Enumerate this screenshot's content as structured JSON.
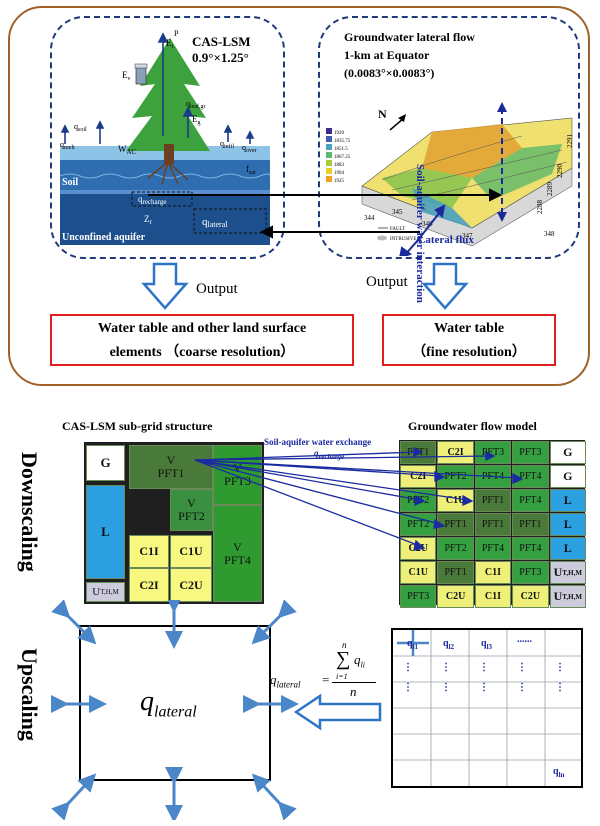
{
  "top": {
    "cas_title": "CAS-LSM",
    "cas_res": "0.9°×1.25°",
    "gw_title_1": "Groundwater lateral flow",
    "gw_title_2": "1-km at Equator",
    "gw_title_3": "(0.0083°×0.0083°)",
    "output_left": "Output",
    "output_right": "Output",
    "box_left_1": "Water table and other land surface",
    "box_left_2": "elements （coarse resolution）",
    "box_right_1": "Water table",
    "box_right_2": "（fine resolution）",
    "soil": "Soil",
    "aquifer": "Unconfined aquifer",
    "q_recharge": "q",
    "q_recharge_sub": "recharge",
    "q_lateral": "q",
    "q_lateral_sub": "lateral",
    "z_label": "Z",
    "z_sub": "r",
    "w_label": "W",
    "w_sub": "AC",
    "e_t": "E",
    "e_t_sub": "t",
    "e_v": "E",
    "e_v_sub": "v",
    "e_g": "E",
    "e_g_sub": "g",
    "p_label": "P",
    "q_soil": "q",
    "q_soil_sub": "soil",
    "q_melt": "q",
    "q_melt_sub": "melt",
    "q_leaf": "q",
    "q_leaf_sub": "leaf,gr",
    "q_infl": "q",
    "q_infl_sub": "infil",
    "q_over": "q",
    "q_over_sub": "over",
    "f_sat": "f",
    "f_sat_sub": "sat",
    "north": "N",
    "soil_aquifer_interaction": "Soil-aquifer water interaction",
    "lateral_flux": "Lateral flux",
    "legend_values": [
      "1920",
      "1835.75",
      "1851.5",
      "1867.25",
      "1883",
      "1904",
      "1925"
    ],
    "legend_colors": [
      "#3a2e8c",
      "#3f5fb0",
      "#4aa0c0",
      "#5cb86a",
      "#a8cc3a",
      "#e8d020",
      "#f0a020"
    ],
    "x_ticks": [
      "344",
      "345",
      "346",
      "347",
      "348"
    ],
    "y_ticks": [
      "2288",
      "2289",
      "2290",
      "2291"
    ],
    "fault": "FAULT",
    "intrusive": "INTRUSIVE"
  },
  "bottom": {
    "left_title": "CAS-LSM sub-grid structure",
    "right_title": "Groundwater  flow model",
    "exchange_label": "Soil-aquifer water exchange",
    "exchange_q": "q",
    "exchange_q_sub": "recharge",
    "downscaling": "Downscaling",
    "upscaling": "Upscaling",
    "subgrid": {
      "g": "G",
      "l": "L",
      "u": "U",
      "u_sub": "T,H,M",
      "v1": "V",
      "v1b": "PFT1",
      "v2": "V",
      "v2b": "PFT2",
      "v3": "V",
      "v3b": "PFT3",
      "v4": "V",
      "v4b": "PFT4",
      "c1i": "C1I",
      "c1u": "C1U",
      "c2i": "C2I",
      "c2u": "C2U"
    },
    "fine_grid": [
      [
        "PFT1",
        "C2I",
        "PFT3",
        "PFT3",
        "G"
      ],
      [
        "C2I",
        "PFT2",
        "PFT4",
        "PFT4",
        "G"
      ],
      [
        "PFT2",
        "C1U",
        "PFT1",
        "PFT4",
        "L"
      ],
      [
        "PFT2",
        "PFT1",
        "PFT1",
        "PFT1",
        "L"
      ],
      [
        "C2U",
        "PFT2",
        "PFT4",
        "PFT4",
        "L"
      ],
      [
        "C1U",
        "PFT1",
        "C1I",
        "PFT3",
        "U"
      ],
      [
        "PFT3",
        "C2U",
        "C1I",
        "C2U",
        "U"
      ]
    ],
    "q_lateral_big": "q",
    "q_lateral_big_sub": "lateral",
    "formula_lhs": "q",
    "formula_lhs_sub": "lateral",
    "formula_eq": "=",
    "formula_sum": "∑",
    "formula_top": "n",
    "formula_bottom": "i=1",
    "formula_q": "q",
    "formula_q_sub": "li",
    "formula_den": "n",
    "q_cells": [
      "q",
      "q",
      "q",
      "......"
    ],
    "q_cells_sub": [
      "l1",
      "l2",
      "l3",
      ""
    ],
    "q_last": "q",
    "q_last_sub": "ln"
  }
}
